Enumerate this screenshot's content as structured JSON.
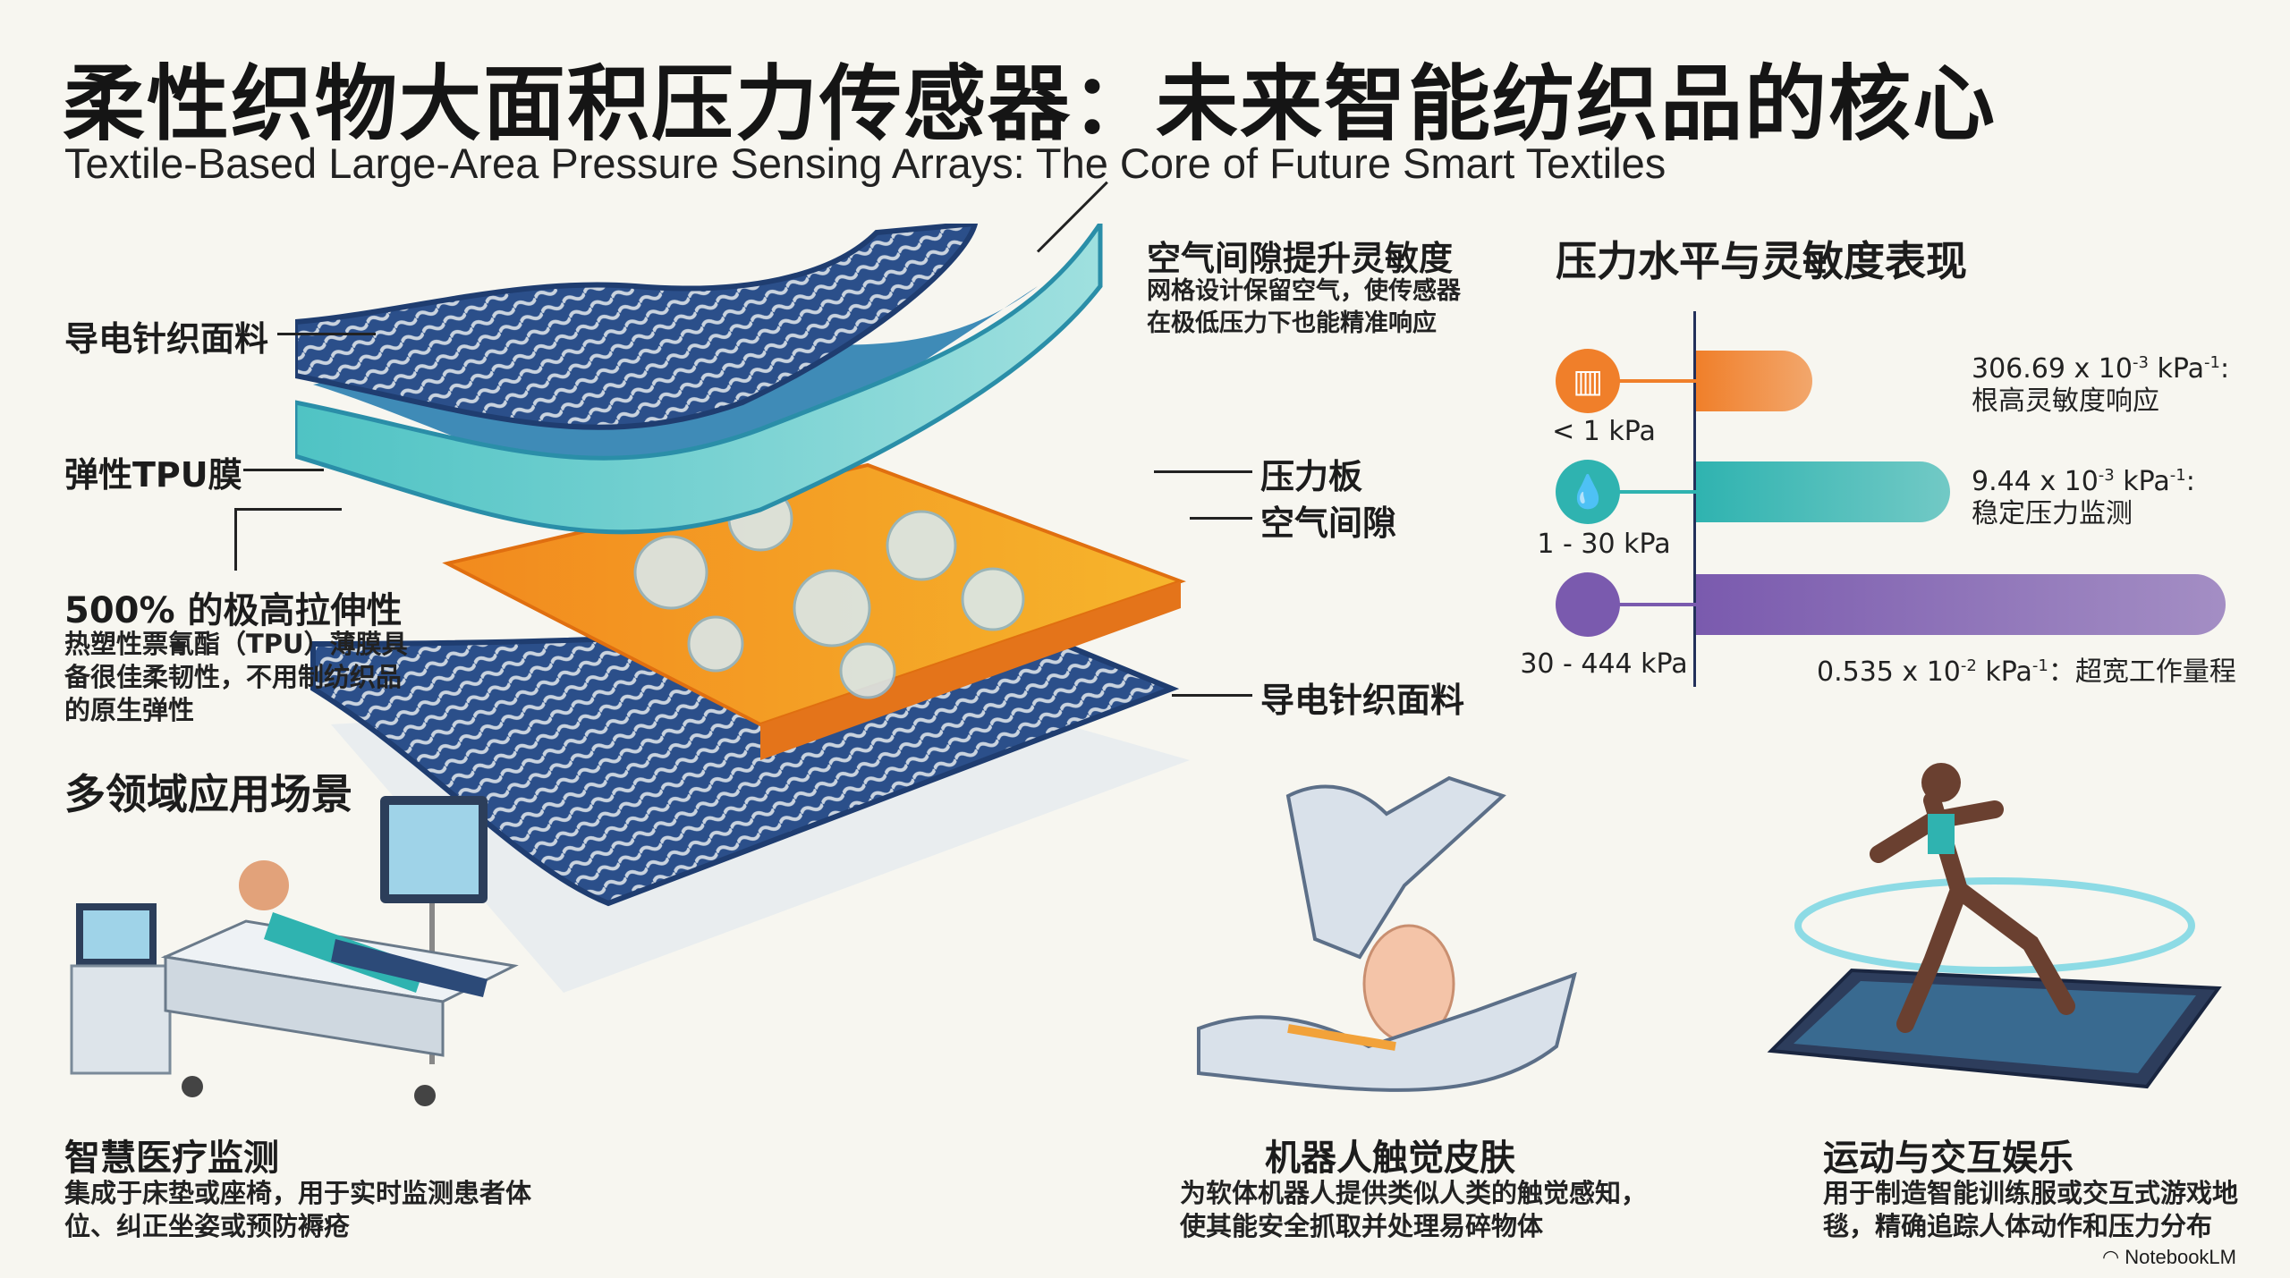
{
  "header": {
    "title": "柔性织物大面积压力传感器：未来智能纺织品的核心",
    "subtitle": "Textile-Based Large-Area Pressure Sensing Arrays: The Core of Future Smart Textiles"
  },
  "structure": {
    "left_labels": {
      "top_fabric": "导电针织面料",
      "tpu": "弹性TPU膜",
      "stretch_title": "500% 的极高拉伸性",
      "stretch_desc": [
        "热塑性票氰酯（TPU）薄膜具",
        "备很佳柔韧性，不用制纺织品",
        "的原生弹性"
      ]
    },
    "air_gap_note": {
      "title": "空气间隙提升灵敏度",
      "desc": [
        "网格设计保留空气，使传感器",
        "在极低压力下也能精准响应"
      ]
    },
    "right_labels": {
      "plate": "压力板",
      "air_gap": "空气间隙",
      "bottom_fabric": "导电针织面料"
    }
  },
  "chart_data": {
    "type": "bar",
    "title": "压力水平与灵敏度表现",
    "categories": [
      "< 1 kPa",
      "1 - 30 kPa",
      "30 - 444 kPa"
    ],
    "icons": [
      "bar-chart-icon",
      "water-drop-icon",
      "circle-icon"
    ],
    "colors": [
      "#f07f2a",
      "#2fb3b0",
      "#7a5aae"
    ],
    "bar_fill": [
      0.22,
      0.48,
      1.0
    ],
    "series": [
      {
        "name": "sensitivity",
        "values": [
          "306.69 x 10",
          "9.44 x 10",
          "0.535 x 10"
        ],
        "exponents": [
          "-3",
          "-3",
          "-2"
        ],
        "unit": "kPa",
        "unit_exp": "-1"
      }
    ],
    "notes": [
      "根高灵敏度响应",
      "稳定压力监测",
      "超宽工作量程"
    ]
  },
  "applications": {
    "title": "多领域应用场景",
    "items": [
      {
        "title": "智慧医疗监测",
        "desc": [
          "集成于床垫或座椅，用于实时监测患者体",
          "位、纠正坐姿或预防褥疮"
        ]
      },
      {
        "title": "机器人触觉皮肤",
        "desc": [
          "为软体机器人提供类似人类的触觉感知，",
          "使其能安全抓取并处理易碎物体"
        ]
      },
      {
        "title": "运动与交互娱乐",
        "desc": [
          "用于制造智能训练服或交互式游戏地",
          "毯，精确追踪人体动作和压力分布"
        ]
      }
    ]
  },
  "footer": {
    "brand": "NotebookLM"
  }
}
